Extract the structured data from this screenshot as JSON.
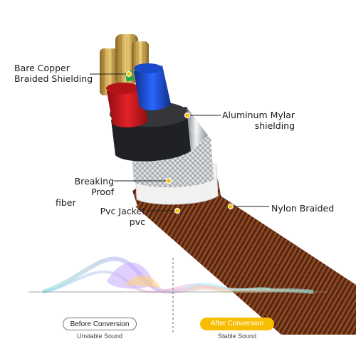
{
  "labels": {
    "bare_copper": [
      "Bare Copper",
      "Braided Shielding"
    ],
    "aluminum_mylar": [
      "Aluminum Mylar",
      "shielding"
    ],
    "breaking_proof": [
      "Breaking Proof",
      "fiber"
    ],
    "nylon_braided": [
      "Nylon Braided"
    ],
    "pvc_jacket": [
      "Pvc Jacket",
      "pvc"
    ]
  },
  "comparison": {
    "before_label": "Before Conversion",
    "before_caption": "Unstable Sound",
    "after_label": "After Conversion",
    "after_caption": "Stable Sound"
  },
  "colors": {
    "callout_dot": "#f5c200",
    "after_badge": "#f7bd00",
    "braid_brown": "#7a3a1c",
    "wire_red": "#c8161b",
    "wire_blue": "#1b4fd6",
    "copper": "#c9a24a"
  }
}
